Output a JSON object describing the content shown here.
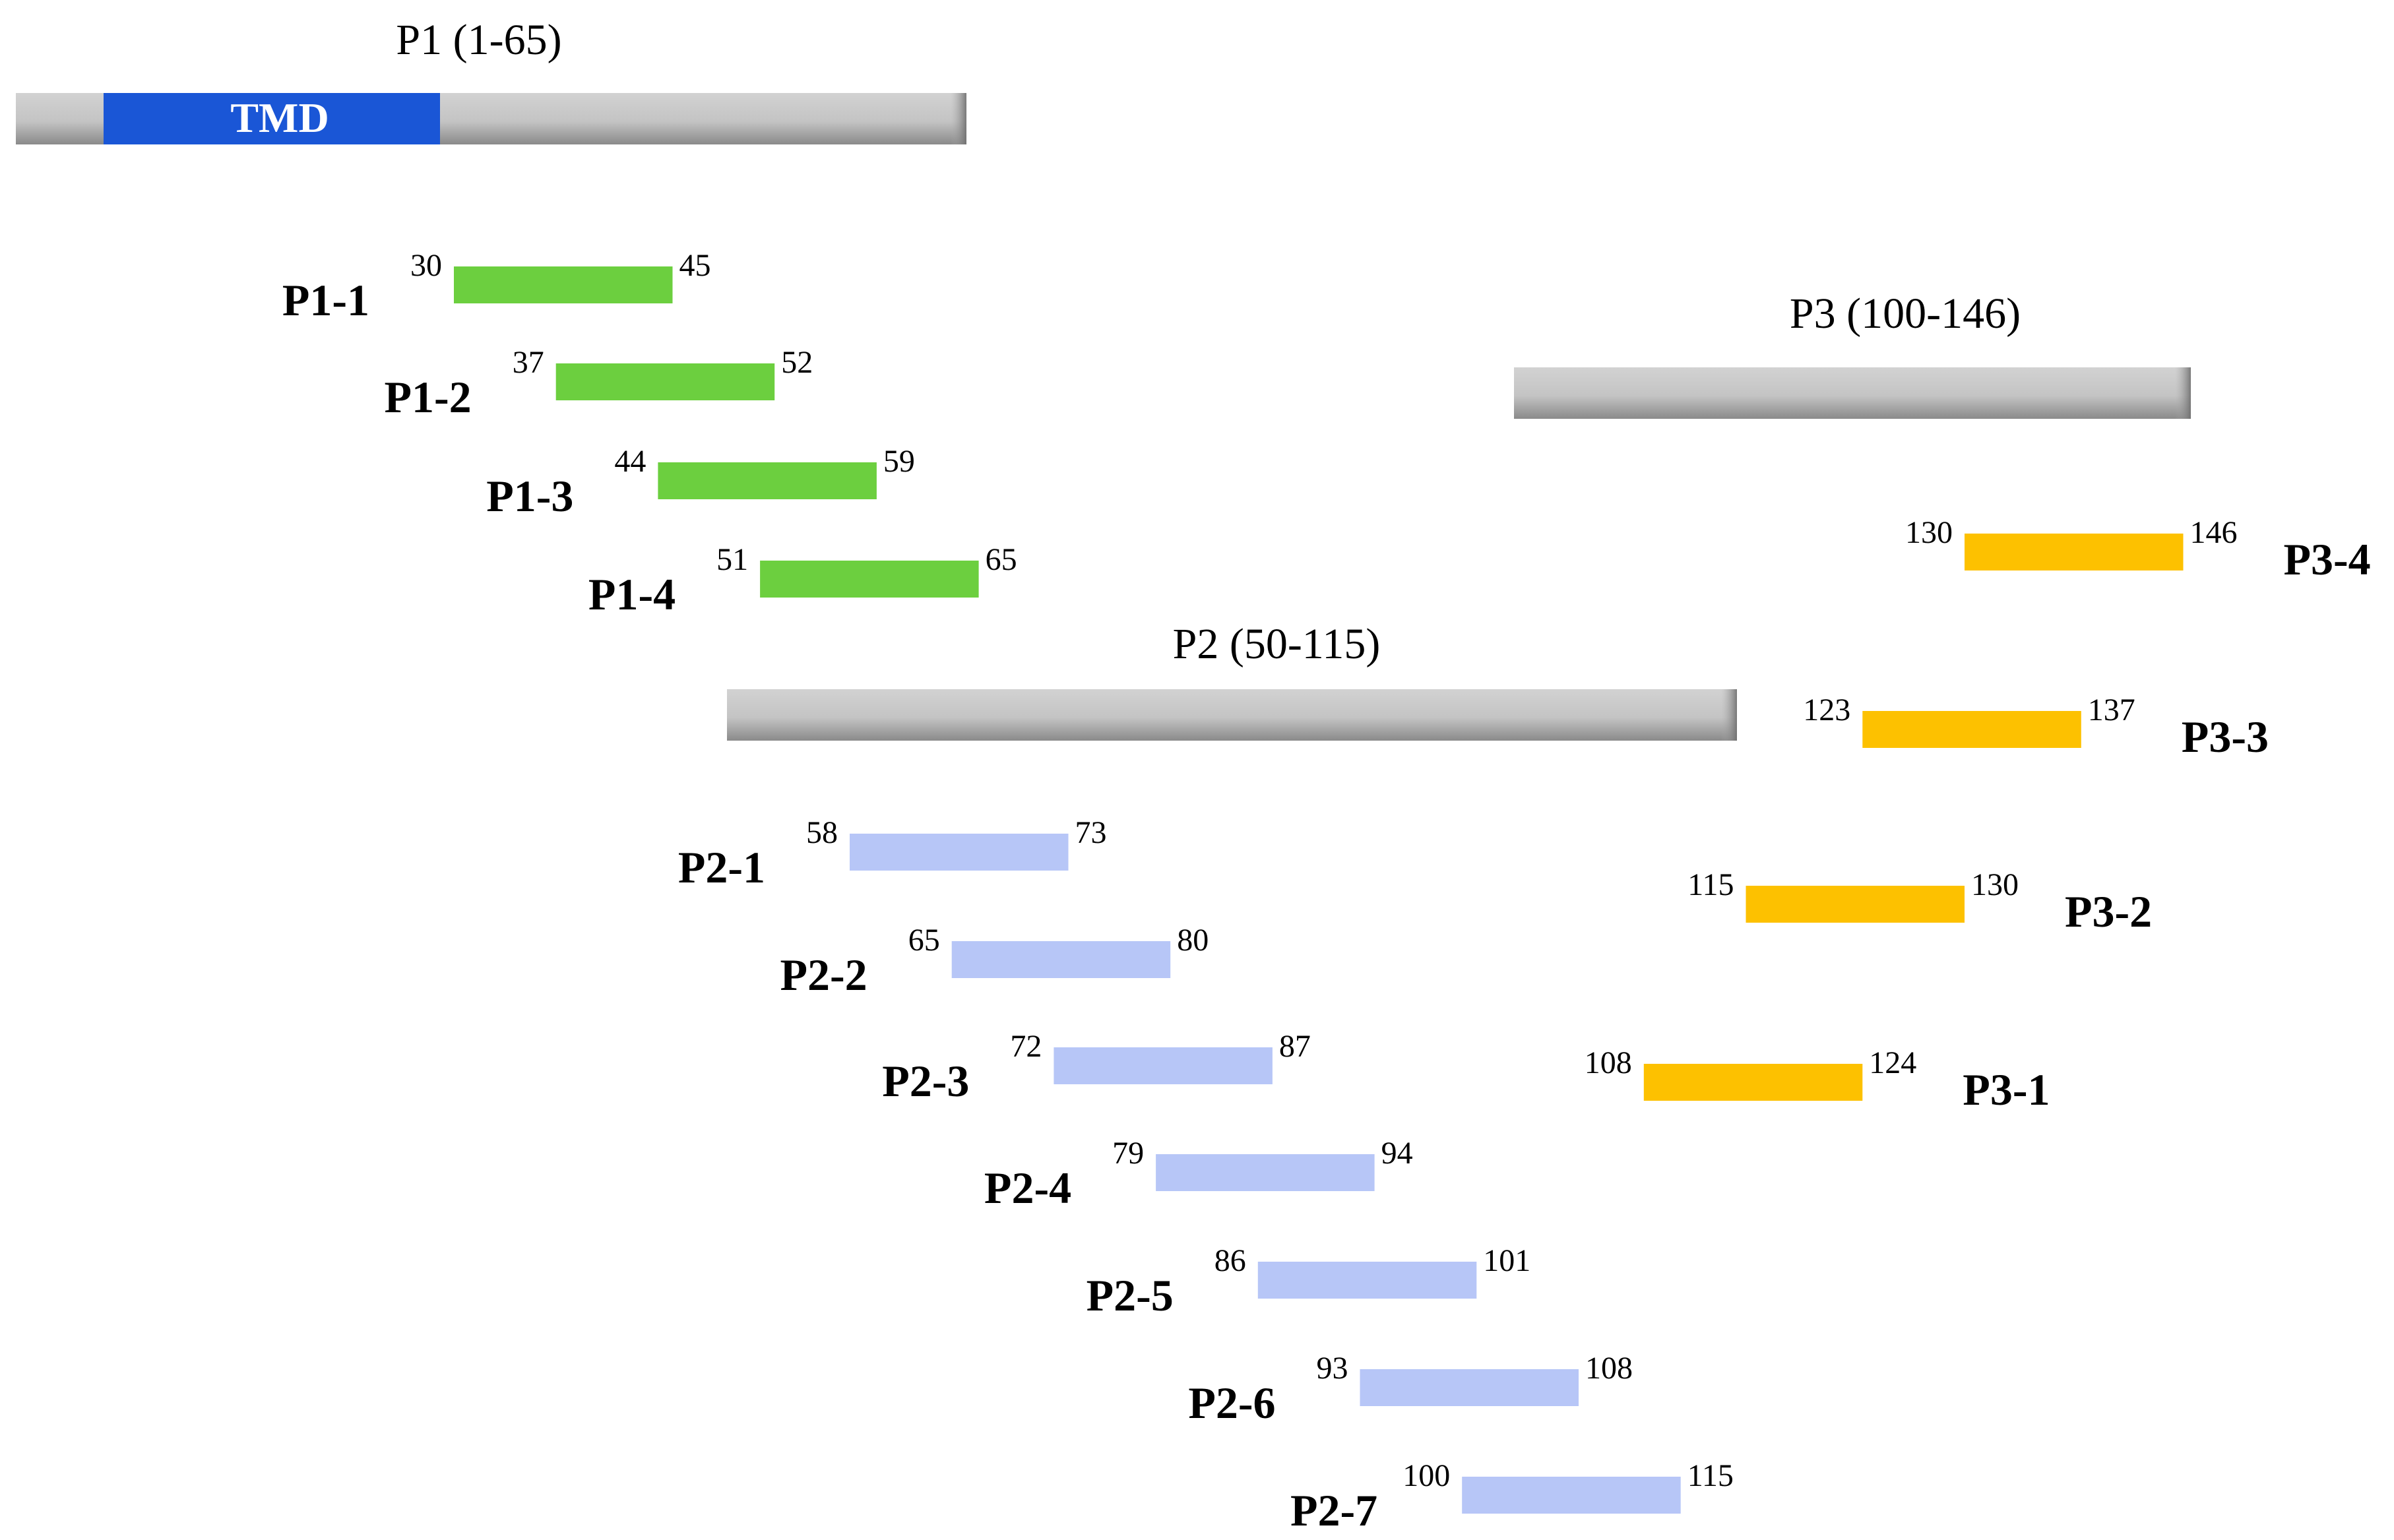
{
  "parents": [
    {
      "id": "P1",
      "label": "P1 (1-65)",
      "start": 1,
      "end": 65,
      "color": "#c8c8c8",
      "domain": {
        "label": "TMD",
        "start": 7,
        "end": 29,
        "color": "#1a56d6"
      }
    },
    {
      "id": "P2",
      "label": "P2 (50-115)",
      "start": 50,
      "end": 115,
      "color": "#c8c8c8"
    },
    {
      "id": "P3",
      "label": "P3 (100-146)",
      "start": 100,
      "end": 146,
      "color": "#c8c8c8"
    }
  ],
  "peptide_groups": [
    {
      "parent": "P1",
      "color": "#6ccf3f",
      "label_side": "left",
      "peptides": [
        {
          "name": "P1-1",
          "start": 30,
          "end": 45,
          "start_label": "30",
          "end_label": "45"
        },
        {
          "name": "P1-2",
          "start": 37,
          "end": 52,
          "start_label": "37",
          "end_label": "52"
        },
        {
          "name": "P1-3",
          "start": 44,
          "end": 59,
          "start_label": "44",
          "end_label": "59"
        },
        {
          "name": "P1-4",
          "start": 51,
          "end": 65,
          "start_label": "51",
          "end_label": "65"
        }
      ]
    },
    {
      "parent": "P2",
      "color": "#b7c6f7",
      "label_side": "left",
      "peptides": [
        {
          "name": "P2-1",
          "start": 58,
          "end": 73,
          "start_label": "58",
          "end_label": "73"
        },
        {
          "name": "P2-2",
          "start": 65,
          "end": 80,
          "start_label": "65",
          "end_label": "80"
        },
        {
          "name": "P2-3",
          "start": 72,
          "end": 87,
          "start_label": "72",
          "end_label": "87"
        },
        {
          "name": "P2-4",
          "start": 79,
          "end": 94,
          "start_label": "79",
          "end_label": "94"
        },
        {
          "name": "P2-5",
          "start": 86,
          "end": 101,
          "start_label": "86",
          "end_label": "101"
        },
        {
          "name": "P2-6",
          "start": 93,
          "end": 108,
          "start_label": "93",
          "end_label": "108"
        },
        {
          "name": "P2-7",
          "start": 100,
          "end": 115,
          "start_label": "100",
          "end_label": "115"
        }
      ]
    },
    {
      "parent": "P3",
      "color": "#fdc100",
      "label_side": "right",
      "peptides": [
        {
          "name": "P3-4",
          "start": 130,
          "end": 146,
          "start_label": "130",
          "end_label": "146"
        },
        {
          "name": "P3-3",
          "start": 123,
          "end": 137,
          "start_label": "123",
          "end_label": "137"
        },
        {
          "name": "P3-2",
          "start": 115,
          "end": 130,
          "start_label": "115",
          "end_label": "130"
        },
        {
          "name": "P3-1",
          "start": 108,
          "end": 124,
          "start_label": "108",
          "end_label": "124"
        }
      ]
    }
  ]
}
